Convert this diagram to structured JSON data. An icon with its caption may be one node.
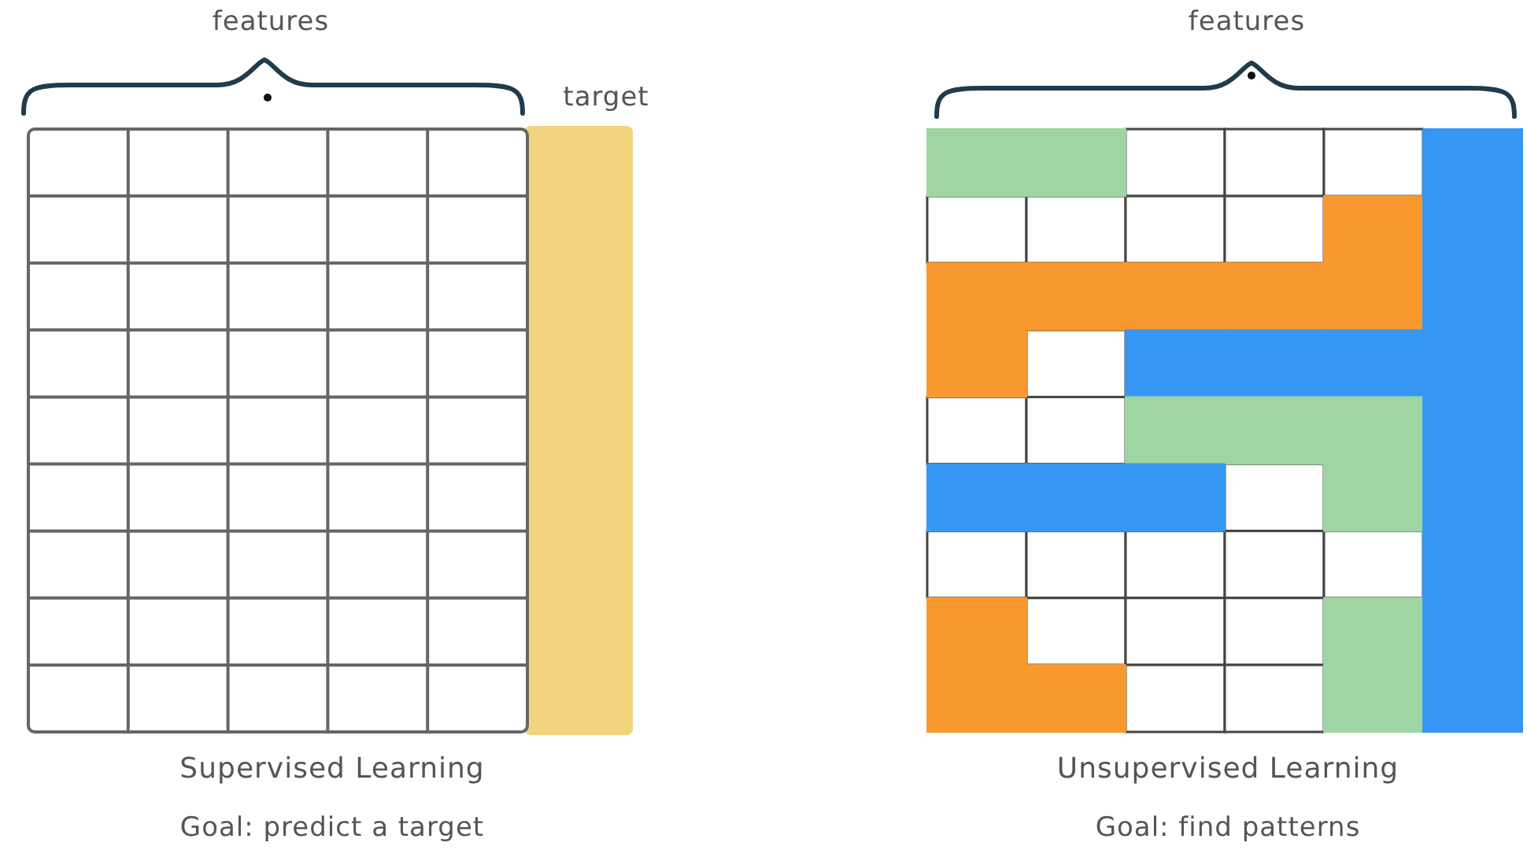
{
  "diagram": {
    "labels": [
      "features",
      "target",
      "features",
      "Supervised Learning",
      "Unsupervised Learning",
      "Goal: predict a target",
      "Goal: find patterns"
    ]
  }
}
